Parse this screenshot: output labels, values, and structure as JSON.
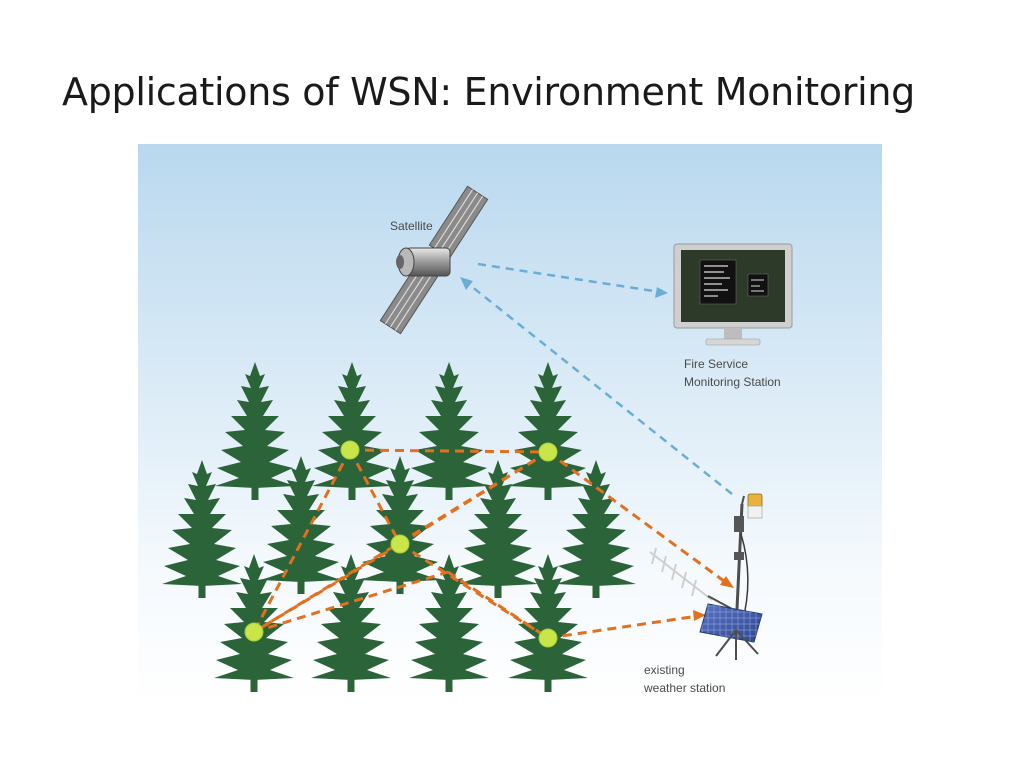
{
  "slide": {
    "title": "Applications of WSN: Environment Monitoring"
  },
  "diagram": {
    "labels": {
      "satellite": "Satellite",
      "monitoring_line1": "Fire Service",
      "monitoring_line2": "Monitoring Station",
      "weather_line1": "existing",
      "weather_line2": "weather station"
    },
    "colors": {
      "sky_top": "#b9d8ee",
      "sky_bottom": "#ffffff",
      "tree": "#2a6438",
      "sensor_node": "#c8e64a",
      "mesh_link": "#e2701f",
      "satellite_link": "#6aaed6",
      "monitor_frame": "#c9c9c9",
      "monitor_screen": "#2d3a2a",
      "solar_panel": "#3c56a6"
    },
    "icons": [
      "satellite-icon",
      "monitor-icon",
      "tree-icon",
      "sensor-node-icon",
      "weather-station-icon",
      "solar-panel-icon",
      "antenna-icon"
    ]
  }
}
